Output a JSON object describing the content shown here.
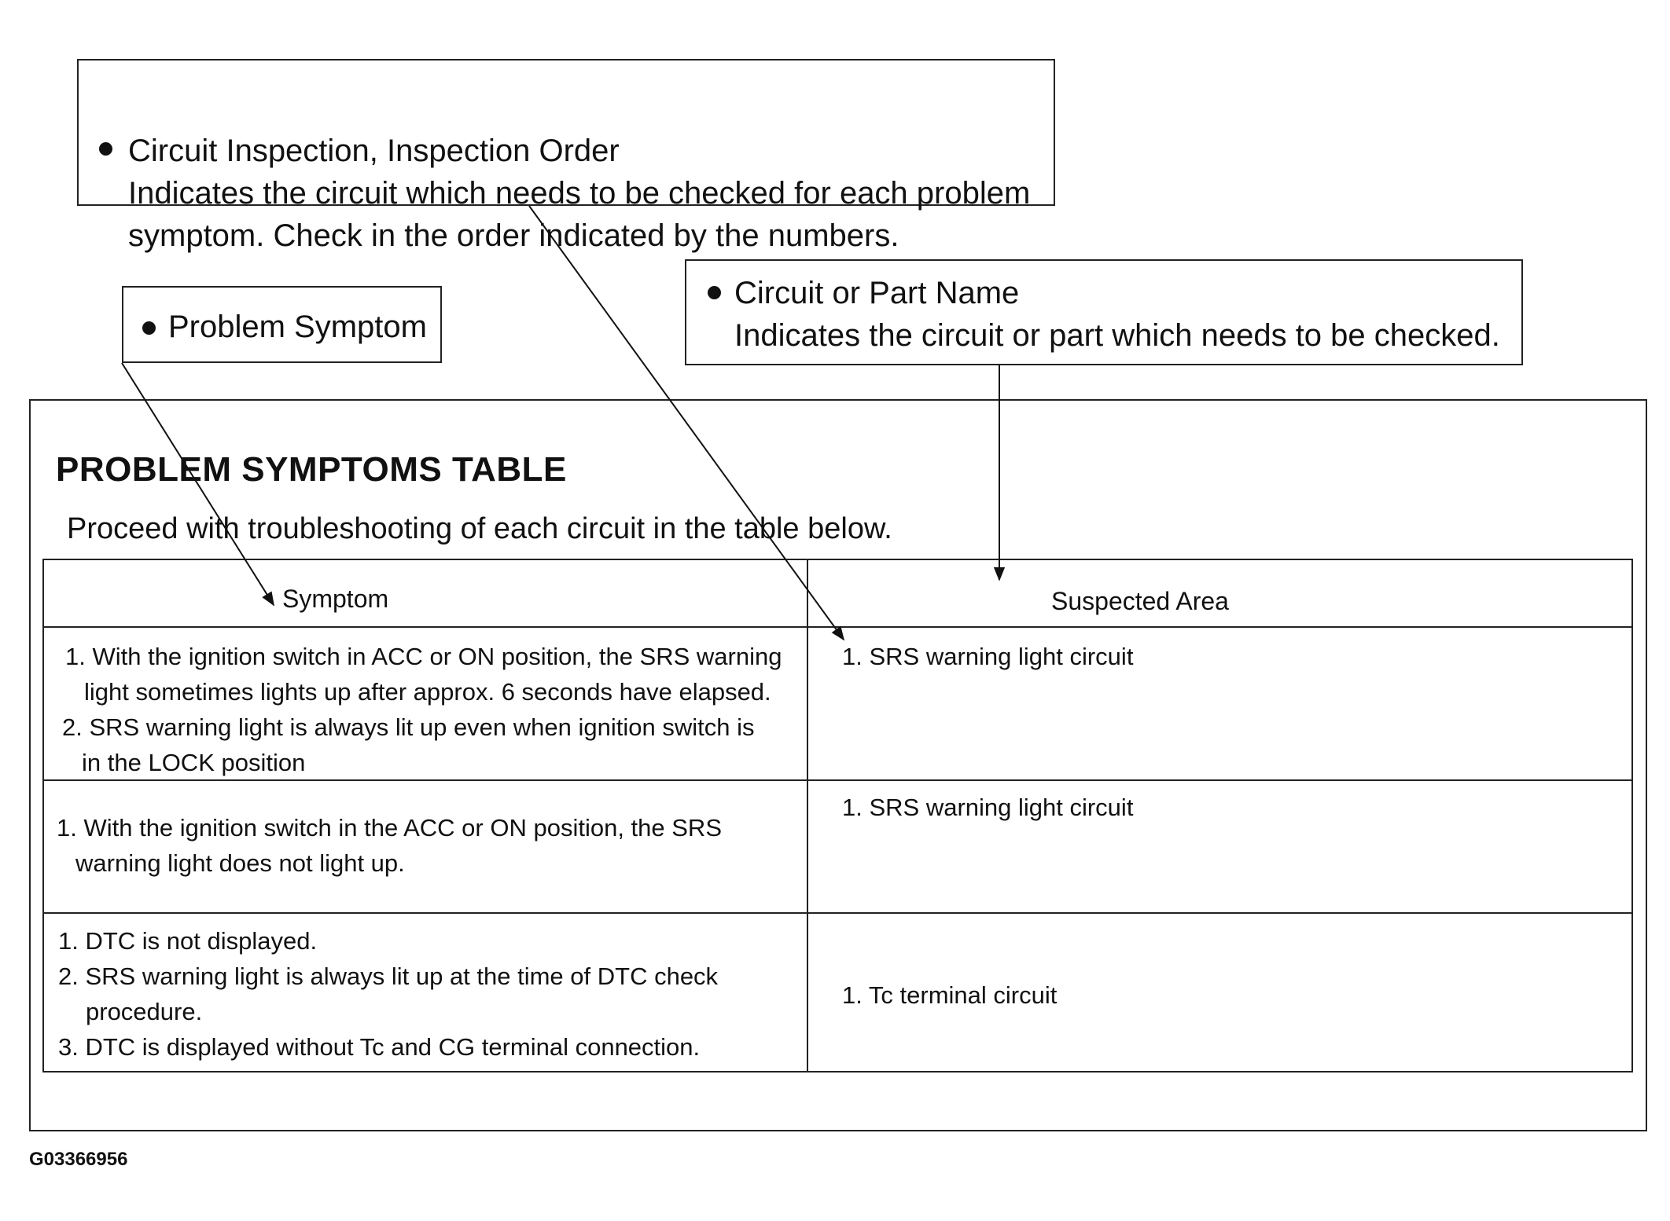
{
  "callouts": {
    "inspection_order": {
      "title": "Circuit Inspection, Inspection Order",
      "lines": [
        "Indicates the circuit which needs to be checked for each problem",
        "symptom. Check in the order indicated by the numbers."
      ]
    },
    "problem_symptom": {
      "title": "Problem Symptom"
    },
    "part_name": {
      "title": "Circuit or Part Name",
      "lines": [
        "Indicates the circuit or part which needs to be checked."
      ]
    }
  },
  "table": {
    "title": "PROBLEM SYMPTOMS TABLE",
    "subtitle": "Proceed with troubleshooting of each circuit in the table below.",
    "headers": [
      "Symptom",
      "Suspected Area"
    ],
    "rows": [
      {
        "symptom": [
          "1. With the ignition switch in  ACC or ON position, the SRS warning",
          "light sometimes lights up after approx. 6 seconds have elapsed.",
          "2. SRS warning light is always lit up even when ignition switch is",
          "in the LOCK position"
        ],
        "area": "1. SRS warning light circuit"
      },
      {
        "symptom": [
          "1. With the ignition switch in the ACC or ON position, the SRS",
          "warning light does not light up."
        ],
        "area": "1. SRS warning light circuit"
      },
      {
        "symptom": [
          "1. DTC is not displayed.",
          "2. SRS warning light is always lit up at the time of DTC check",
          "procedure.",
          "3. DTC is displayed without Tc and CG terminal connection."
        ],
        "area": "1. Tc terminal circuit"
      }
    ]
  },
  "figure_id": "G03366956"
}
